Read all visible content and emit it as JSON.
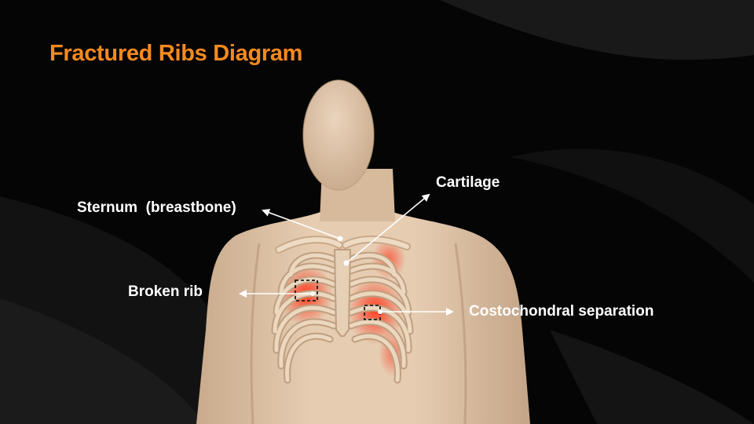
{
  "title": "Fractured Ribs Diagram",
  "labels": {
    "sternum": "Sternum  (breastbone)",
    "cartilage": "Cartilage",
    "broken_rib": "Broken rib",
    "costochondral": "Costochondral separation"
  },
  "colors": {
    "title": "#f58a1f",
    "label": "#ffffff",
    "background": "#050505",
    "skin": "#dfc3a6",
    "injury": "#ff2a10"
  }
}
